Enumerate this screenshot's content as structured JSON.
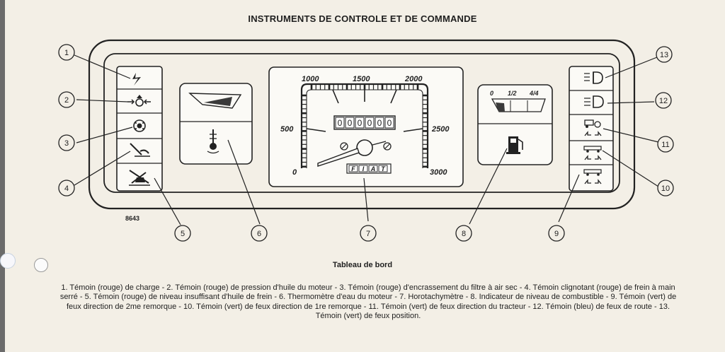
{
  "title": "INSTRUMENTS DE CONTROLE ET DE COMMANDE",
  "figure_number": "8643",
  "caption": "Tableau de bord",
  "legend_text": "1. Témoin (rouge) de charge - 2. Témoin (rouge) de pression d'huile du moteur - 3. Témoin (rouge) d'encrassement du filtre à air sec - 4. Témoin clignotant (rouge) de frein à main serré - 5. Témoin (rouge) de niveau insuffisant d'huile de frein - 6. Thermomètre d'eau du moteur - 7. Horotachymètre - 8. Indicateur de niveau de combustible - 9. Témoin (vert) de feux direction de 2me remorque - 10. Témoin (vert) de feux direction de 1re remorque - 11. Témoin (vert) de feux direction du tracteur - 12. Témoin (bleu) de feux de route - 13. Témoin (vert) de feux position.",
  "callouts": [
    "1",
    "2",
    "3",
    "4",
    "5",
    "6",
    "7",
    "8",
    "9",
    "10",
    "11",
    "12",
    "13"
  ],
  "tachometer": {
    "scale_labels": [
      "0",
      "500",
      "1000",
      "1500",
      "2000",
      "2500",
      "3000"
    ],
    "counter_digits": [
      "0",
      "0",
      "0",
      "0",
      "0",
      "0"
    ],
    "brand": "FIAT"
  },
  "fuel_gauge": {
    "scale_labels": [
      "0",
      "1/2",
      "4/4"
    ]
  },
  "icons": {
    "left_panel": [
      "charge-lightning-icon",
      "oil-pressure-icon",
      "air-filter-icon",
      "handbrake-icon",
      "brake-fluid-icon"
    ],
    "right_panel": [
      "position-lights-icon",
      "high-beam-icon",
      "tractor-turn-signal-icon",
      "trailer-1-turn-signal-icon",
      "trailer-2-turn-signal-icon"
    ],
    "gauges": [
      "thermometer-icon",
      "fuel-pump-icon"
    ]
  }
}
